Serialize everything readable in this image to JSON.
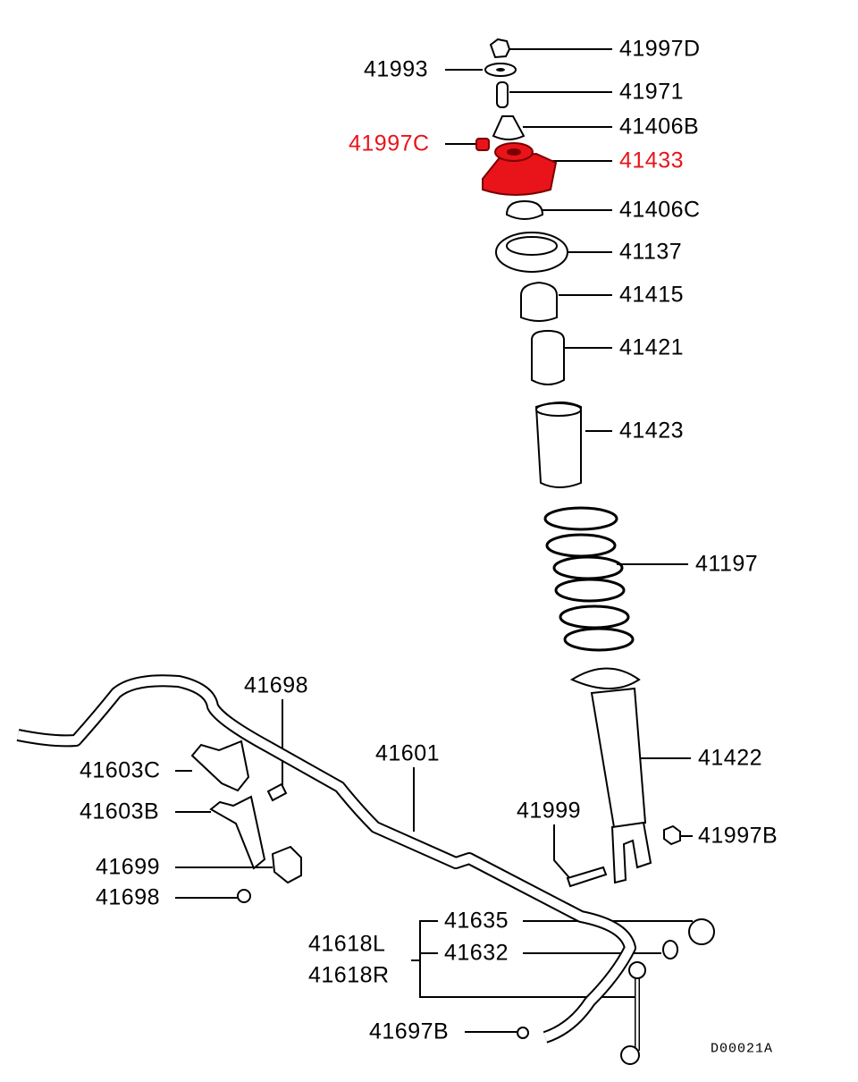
{
  "diagram": {
    "title_code": "D00021A",
    "highlight_color": "#e8141a",
    "labels": {
      "p41997D": "41997D",
      "p41993": "41993",
      "p41971": "41971",
      "p41406B": "41406B",
      "p41997C": "41997C",
      "p41433": "41433",
      "p41406C": "41406C",
      "p41137": "41137",
      "p41415": "41415",
      "p41421": "41421",
      "p41423": "41423",
      "p41197": "41197",
      "p41698a": "41698",
      "p41603C": "41603C",
      "p41601": "41601",
      "p41422": "41422",
      "p41603B": "41603B",
      "p41999": "41999",
      "p41997B": "41997B",
      "p41699": "41699",
      "p41698b": "41698",
      "p41635": "41635",
      "p41618L": "41618L",
      "p41632": "41632",
      "p41618R": "41618R",
      "p41697B": "41697B"
    },
    "highlighted_parts": [
      "41997C",
      "41433"
    ]
  }
}
